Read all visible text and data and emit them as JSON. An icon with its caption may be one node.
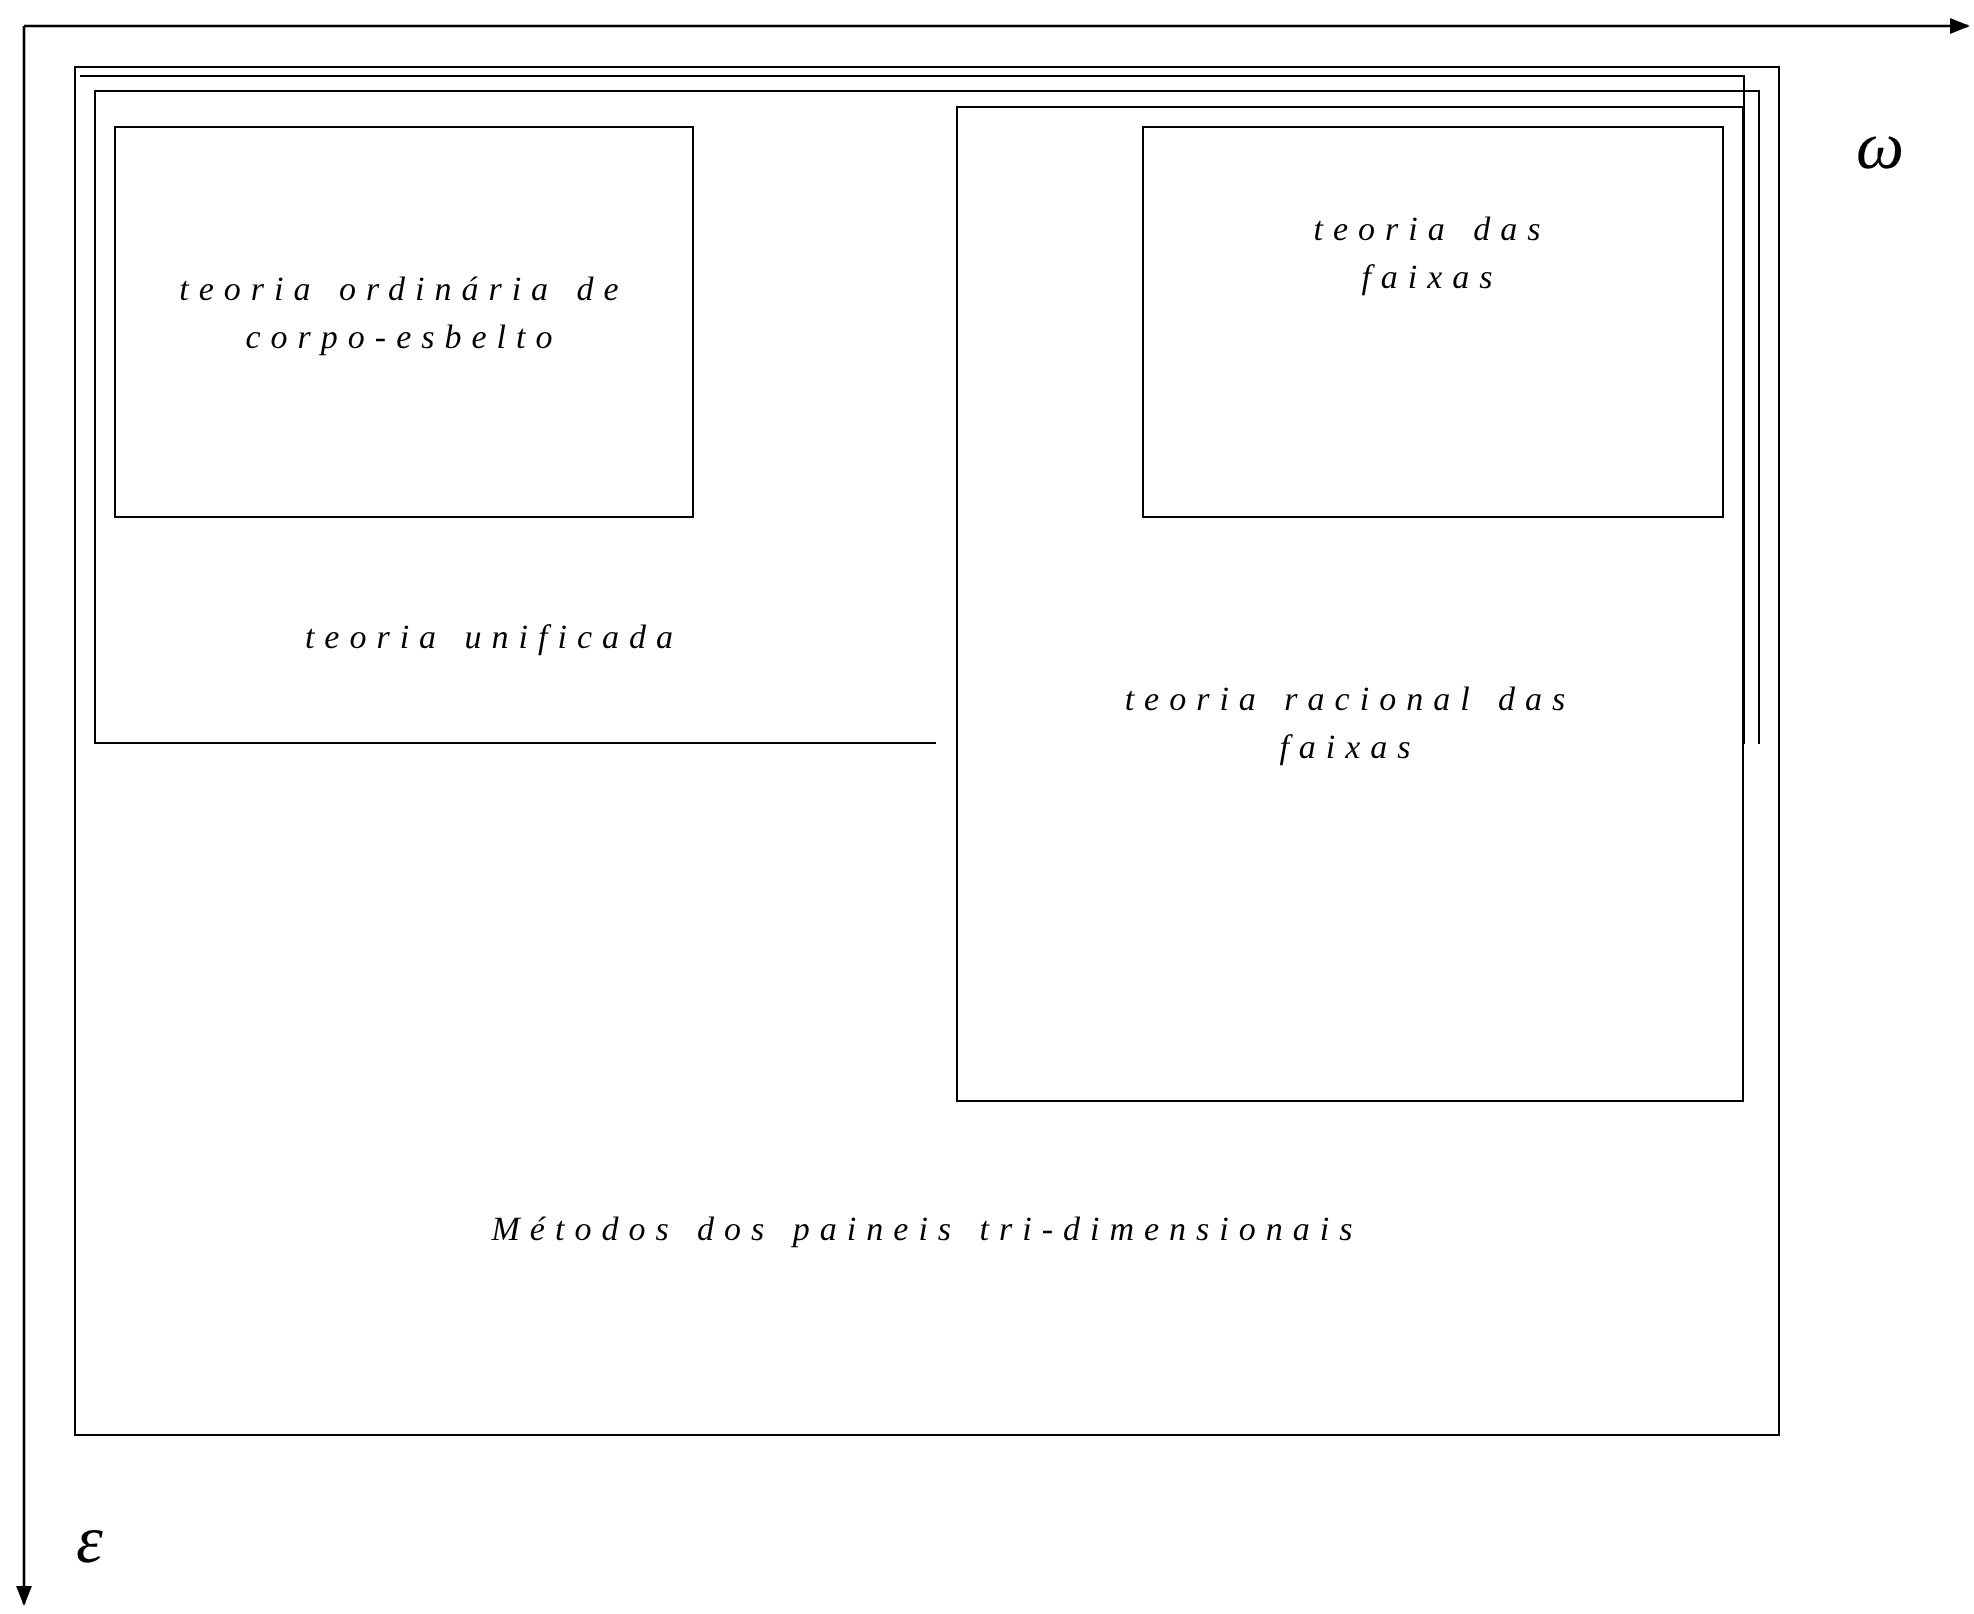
{
  "diagram": {
    "nodes": [
      {
        "text": [
          "Métodos dos paineis tri-dimensionais"
        ]
      },
      {
        "text": [
          "teoria unificada"
        ],
        "in": 0
      },
      {
        "text": [
          "teoria ordinária de corpo-esbelto"
        ],
        "in": 1
      },
      {
        "text": [
          "teoria racional das faixas"
        ],
        "in": 0
      },
      {
        "text": [
          "teoria das faixas"
        ]
      }
    ],
    "edges": [],
    "labels": [
      "ω",
      "ε"
    ]
  }
}
